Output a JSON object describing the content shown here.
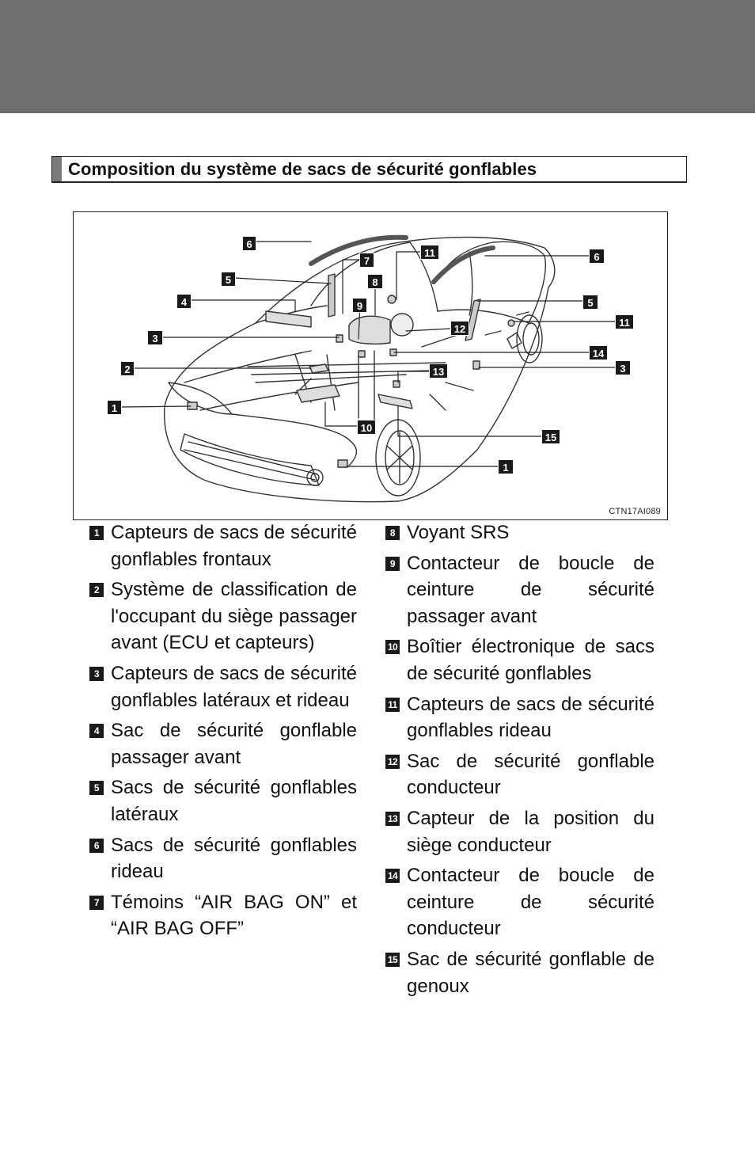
{
  "section": {
    "title": "Composition du système de sacs de sécurité gonflables"
  },
  "figure": {
    "image_code": "CTN17AI089",
    "callouts": [
      "6",
      "7",
      "11",
      "6",
      "5",
      "8",
      "5",
      "4",
      "9",
      "12",
      "11",
      "3",
      "14",
      "3",
      "2",
      "13",
      "1",
      "10",
      "15",
      "1"
    ]
  },
  "legend_left": [
    {
      "number": "1",
      "text": "Capteurs de sacs de sécurité gonflables frontaux"
    },
    {
      "number": "2",
      "text": "Système de classification de l'occupant du siège passager avant (ECU et capteurs)"
    },
    {
      "number": "3",
      "text": "Capteurs de sacs de sécurité gonflables latéraux et rideau"
    },
    {
      "number": "4",
      "text": "Sac de sécurité gonflable passager avant"
    },
    {
      "number": "5",
      "text": "Sacs de sécurité gonflables latéraux"
    },
    {
      "number": "6",
      "text": "Sacs de sécurité gonflables rideau"
    },
    {
      "number": "7",
      "text": "Témoins “AIR BAG ON” et “AIR BAG OFF”"
    }
  ],
  "legend_right": [
    {
      "number": "8",
      "text": "Voyant SRS"
    },
    {
      "number": "9",
      "text": "Contacteur de boucle de ceinture de sécurité passager avant"
    },
    {
      "number": "10",
      "text": "Boîtier électronique de sacs de sécurité gonflables"
    },
    {
      "number": "11",
      "text": "Capteurs de sacs de sécurité gonflables rideau"
    },
    {
      "number": "12",
      "text": "Sac de sécurité gonflable conducteur"
    },
    {
      "number": "13",
      "text": "Capteur de la position du siège conducteur"
    },
    {
      "number": "14",
      "text": "Contacteur de boucle de ceinture de sécurité conducteur"
    },
    {
      "number": "15",
      "text": "Sac de sécurité gonflable de genoux"
    }
  ]
}
